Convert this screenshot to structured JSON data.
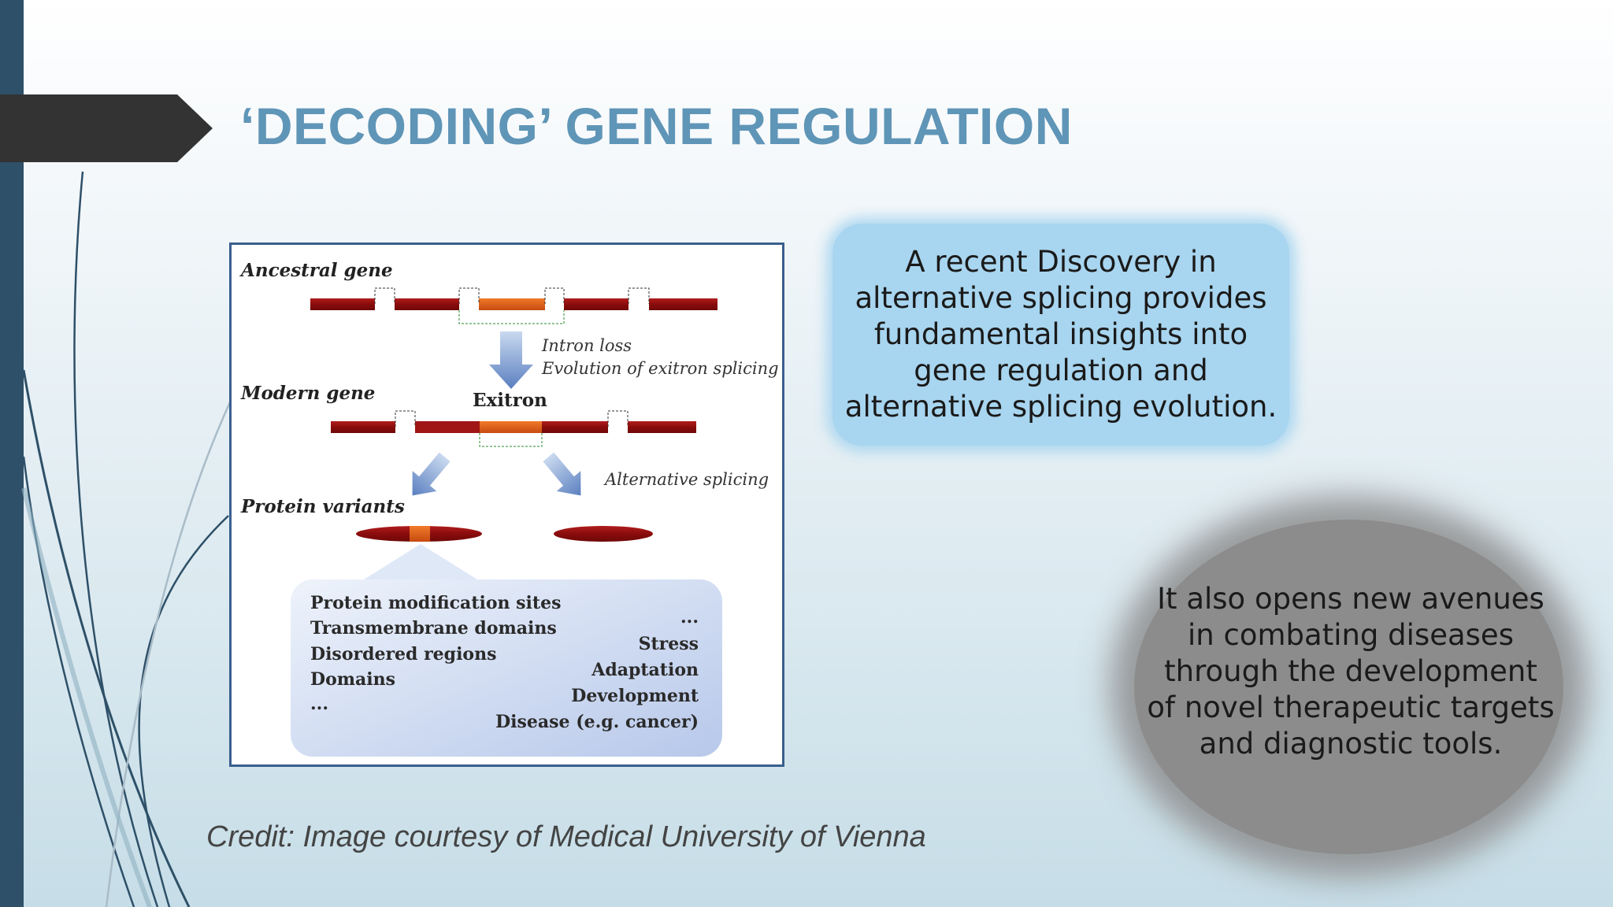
{
  "slide": {
    "title": "‘DECODING’ GENE REGULATION",
    "accent_color": "#5f95b7",
    "bar_color": "#2e5068",
    "arrow_color": "#333333"
  },
  "figure": {
    "label_ancestral": "Ancestral gene",
    "label_modern": "Modern gene",
    "label_protein": "Protein variants",
    "label_exitron": "Exitron",
    "label_intron_loss": "Intron loss",
    "label_evolution": "Evolution of exitron splicing",
    "label_alt_splicing": "Alternative splicing",
    "list_left": [
      "Protein modification sites",
      "Transmembrane domains",
      "Disordered regions",
      "Domains",
      "..."
    ],
    "list_right": [
      "...",
      "Stress",
      "Adaptation",
      "Development",
      "Disease (e.g. cancer)"
    ]
  },
  "callouts": {
    "discovery": "A recent Discovery in alternative splicing provides fundamental insights into gene regulation and alternative splicing evolution.",
    "avenues": "It also opens new avenues in combating diseases through the development of novel therapeutic targets and diagnostic tools."
  },
  "credit": "Credit: Image courtesy of Medical University of Vienna"
}
